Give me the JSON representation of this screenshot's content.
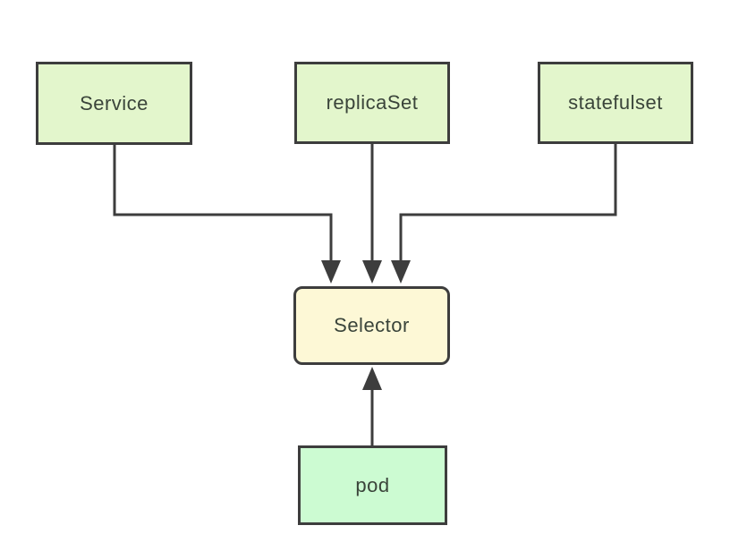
{
  "diagram": {
    "type": "flowchart",
    "nodes": {
      "service": {
        "label": "Service",
        "fill": "#e3f6cc",
        "shape": "rectangle"
      },
      "replicaset": {
        "label": "replicaSet",
        "fill": "#e3f6cc",
        "shape": "rectangle"
      },
      "statefulset": {
        "label": "statefulset",
        "fill": "#e3f6cc",
        "shape": "rectangle"
      },
      "selector": {
        "label": "Selector",
        "fill": "#fdf8d6",
        "shape": "rounded-rectangle"
      },
      "pod": {
        "label": "pod",
        "fill": "#ccfbd2",
        "shape": "rectangle"
      }
    },
    "edges": [
      {
        "from": "Service",
        "to": "Selector",
        "style": "orthogonal",
        "arrow": "to"
      },
      {
        "from": "replicaSet",
        "to": "Selector",
        "style": "straight",
        "arrow": "to"
      },
      {
        "from": "statefulset",
        "to": "Selector",
        "style": "orthogonal",
        "arrow": "to"
      },
      {
        "from": "pod",
        "to": "Selector",
        "style": "straight",
        "arrow": "to"
      }
    ]
  },
  "colors": {
    "background": "#ffffff",
    "node_green": "#e3f6cc",
    "node_mint": "#ccfbd2",
    "node_yellow": "#fdf8d6",
    "border": "#3d3d3d",
    "connector": "#3d3d3d",
    "text": "#3a443a"
  }
}
